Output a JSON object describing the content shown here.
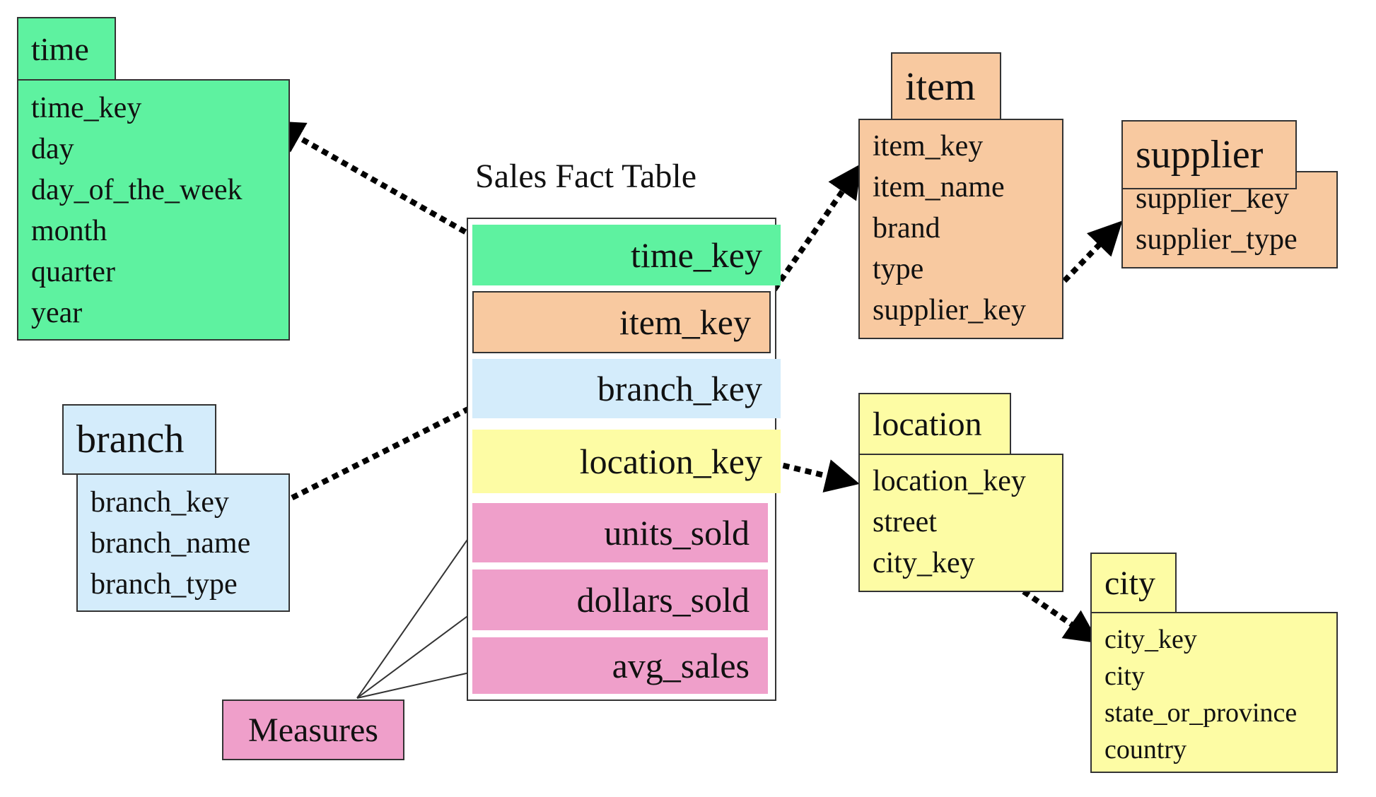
{
  "fact_title": "Sales Fact Table",
  "colors": {
    "time": "#5ef2a0",
    "item": "#f8c9a0",
    "branch": "#d4ecfb",
    "location": "#fdfca4",
    "measure": "#ef9fca"
  },
  "fact_rows": [
    "time_key",
    "item_key",
    "branch_key",
    "location_key",
    "units_sold",
    "dollars_sold",
    "avg_sales"
  ],
  "measures_label": "Measures",
  "tables": {
    "time": {
      "title": "time",
      "attributes": [
        "time_key",
        "day",
        "day_of_the_week",
        "month",
        "quarter",
        "year"
      ]
    },
    "item": {
      "title": "item",
      "attributes": [
        "item_key",
        "item_name",
        "brand",
        "type",
        "supplier_key"
      ]
    },
    "supplier": {
      "title": "supplier",
      "attributes": [
        "supplier_key",
        "supplier_type"
      ]
    },
    "branch": {
      "title": "branch",
      "attributes": [
        "branch_key",
        "branch_name",
        "branch_type"
      ]
    },
    "location": {
      "title": "location",
      "attributes": [
        "location_key",
        "street",
        "city_key"
      ]
    },
    "city": {
      "title": "city",
      "attributes": [
        "city_key",
        "city",
        "state_or_province",
        "country"
      ]
    }
  }
}
